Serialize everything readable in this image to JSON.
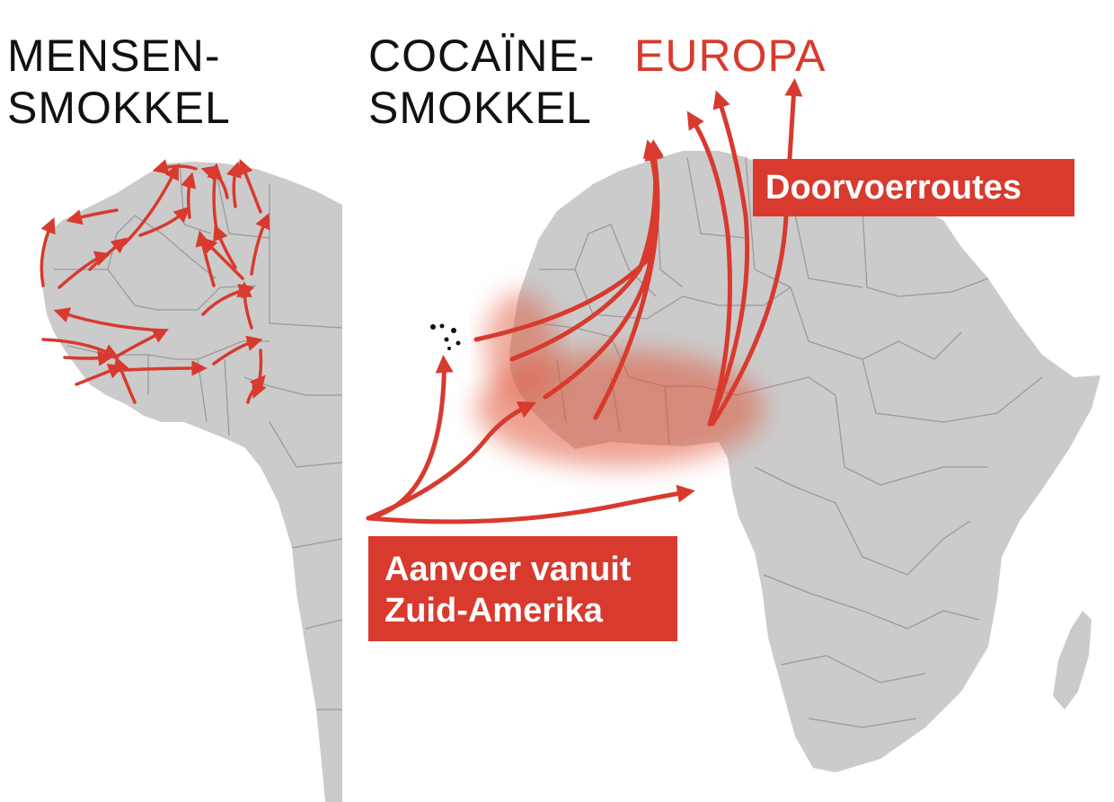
{
  "panels": {
    "left": {
      "title_line1": "MENSEN-",
      "title_line2": "SMOKKEL"
    },
    "right": {
      "title_line1": "COCAÏNE-",
      "title_line2": "SMOKKEL"
    }
  },
  "labels": {
    "destination": "EUROPA",
    "transit_routes": "Doorvoerroutes",
    "supply_line1": "Aanvoer vanuit",
    "supply_line2": "Zuid-Amerika"
  },
  "colors": {
    "accent": "#d83a2e",
    "land": "#cbcbcb",
    "border": "#9a9a9a",
    "hotspot": "#e0573a",
    "title": "#111111",
    "islands": "#111111"
  },
  "icons": {
    "route": "arrow-icon",
    "islands": "cape-verde-islands-icon"
  }
}
